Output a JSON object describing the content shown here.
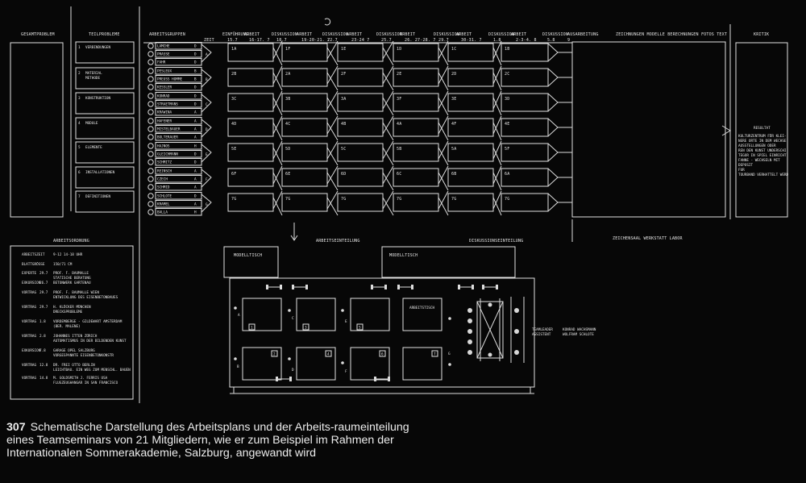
{
  "headers": {
    "gesamtproblem": "GESAMTPROBLEM",
    "teilprobleme": "TEILPROBLEME",
    "arbeitsgruppen": "ARBEITSGRUPPEN",
    "kritik": "KRITIK",
    "zeichnungen": "ZEICHNUNGEN MODELLE BERECHNUNGEN FOTOS TEXT",
    "ausarbeitung": "AUSARBEITUNG",
    "zeit": "ZEIT"
  },
  "phases": [
    {
      "name": "EINFÜHRUNG",
      "date": "15.7"
    },
    {
      "name": "ARBEIT",
      "date": "16-17. 7"
    },
    {
      "name": "DISKUSSION",
      "date": "18.7"
    },
    {
      "name": "ARBEIT",
      "date": "19-20-21. 7"
    },
    {
      "name": "DISKUSSION",
      "date": "22.7"
    },
    {
      "name": "ARBEIT",
      "date": "23-24 7"
    },
    {
      "name": "DISKUSSION",
      "date": "25.7"
    },
    {
      "name": "ARBEIT",
      "date": "26. 27-28. 7"
    },
    {
      "name": "DISKUSSION",
      "date": "29.7"
    },
    {
      "name": "ARBEIT",
      "date": "30-31. 7"
    },
    {
      "name": "DISKUSSION",
      "date": "1.8"
    },
    {
      "name": "ARBEIT",
      "date": "2-3-4. 8"
    },
    {
      "name": "DISKUSSION",
      "date": "5.8"
    }
  ],
  "phase_extra": "9",
  "teilprobleme": [
    {
      "num": "1",
      "label": "VERBINDUNGEN"
    },
    {
      "num": "2",
      "label": "MATERIAL METHODE"
    },
    {
      "num": "3",
      "label": "KONSTRUKTION"
    },
    {
      "num": "4",
      "label": "MODULE"
    },
    {
      "num": "5",
      "label": "ELEMENTE"
    },
    {
      "num": "6",
      "label": "INSTALLATIONEN"
    },
    {
      "num": "7",
      "label": "DEFINITIONEN"
    }
  ],
  "groups": [
    {
      "members": [
        {
          "name": "LAMCHE",
          "letter": "D"
        },
        {
          "name": "PRASSE",
          "letter": "D"
        },
        {
          "name": "FAHR",
          "letter": "D"
        }
      ],
      "tag": "A",
      "codes": [
        "1A",
        "1F",
        "1E",
        "1D",
        "1C",
        "1B"
      ]
    },
    {
      "members": [
        {
          "name": "PESLEUX",
          "letter": "B"
        },
        {
          "name": "PREUSS HOMME",
          "letter": "B"
        },
        {
          "name": "KESSLER",
          "letter": "D"
        }
      ],
      "tag": "B",
      "codes": [
        "2B",
        "2A",
        "2F",
        "2E",
        "2D",
        "2C"
      ]
    },
    {
      "members": [
        {
          "name": "KONRAD",
          "letter": "D"
        },
        {
          "name": "STRAETMANS",
          "letter": "D"
        },
        {
          "name": "KRAWINA",
          "letter": "A"
        }
      ],
      "tag": "C",
      "codes": [
        "3C",
        "3B",
        "3A",
        "3F",
        "3E",
        "3D"
      ]
    },
    {
      "members": [
        {
          "name": "HAFENER",
          "letter": "A"
        },
        {
          "name": "MISTELBAUER",
          "letter": "A"
        },
        {
          "name": "BOLTERAUER",
          "letter": "A"
        }
      ],
      "tag": "D",
      "codes": [
        "4D",
        "4C",
        "4B",
        "4A",
        "4F",
        "4E"
      ]
    },
    {
      "members": [
        {
          "name": "HAJNOS",
          "letter": "H"
        },
        {
          "name": "GLEICHMANN",
          "letter": "D"
        },
        {
          "name": "SCHMITZ",
          "letter": "D"
        }
      ],
      "tag": "E",
      "codes": [
        "5E",
        "5D",
        "5C",
        "5B",
        "5A",
        "5F"
      ]
    },
    {
      "members": [
        {
          "name": "REINSCH",
          "letter": "A"
        },
        {
          "name": "CZECH",
          "letter": "A"
        },
        {
          "name": "SCHMID",
          "letter": "A"
        }
      ],
      "tag": "F",
      "codes": [
        "6F",
        "6E",
        "6D",
        "6C",
        "6B",
        "6A"
      ]
    },
    {
      "members": [
        {
          "name": "SCHLOTE",
          "letter": "D"
        },
        {
          "name": "KRAMEL",
          "letter": "A"
        },
        {
          "name": "BALLA",
          "letter": "H"
        }
      ],
      "tag": "G",
      "codes": [
        "7G",
        "7G",
        "7G",
        "7G",
        "7G",
        "7G"
      ]
    }
  ],
  "resultat": {
    "title": "RESULTAT",
    "lines": [
      "KULTURZENTRUM FÜR KLEI-",
      "NERE ORTE IN DEM WECHSE",
      "AUSSTELLUNGEN ODER",
      "REN DEN KUNST UNDERSCHI",
      "TEGOR IN SPIEL EINRICHT.",
      "FANNE - WECHSELN MIT",
      "DEPOSIT",
      "FUR",
      "TOURBAND VERHATTELT WERD"
    ]
  },
  "arbeitsordnung": {
    "title": "ARBEITSORDNUNG",
    "rows": [
      {
        "label": "ARBEITSZEIT",
        "date": "",
        "text": "9-12   14-18  UHR"
      },
      {
        "label": "BLATTGRÖSSE",
        "date": "",
        "text": "150/71  CM"
      },
      {
        "label": "EXPERTE",
        "date": "29.7",
        "text": "PROF. F. BAUMALLE / STATISCHE BERATUNG"
      },
      {
        "label": "EXKURSION",
        "date": "26.7",
        "text": "BETONWERK   GARTENAU"
      },
      {
        "label": "VORTRAG",
        "date": "29.7",
        "text": "PROF. F. BAUMALLE   WIEN / ENTWICKLUNG DES EISENBETONBAUES"
      },
      {
        "label": "VORTRAG",
        "date": "29.7",
        "text": "H. KLÖCKER   MÜNCHEN / DRECKSPROBLEME"
      },
      {
        "label": "VORTRAG",
        "date": "1.8",
        "text": "VORDEMBERGE - GILDEWART  AMSTERDAM / (BER. MALENE)"
      },
      {
        "label": "VORTRAG",
        "date": "2.8",
        "text": "JOHANNES ITTEN   ZÜRICH / AUTOMATISMUS IN DER BILDENDEN KUNST"
      },
      {
        "label": "EXKURSION",
        "date": "7.8",
        "text": "GARAGE OPEL SALZBURG / VORGESPANNTE EISENBETONKONSTR"
      },
      {
        "label": "VORTRAG",
        "date": "12.8",
        "text": "DR. FREI OTTO   BERLIN / LEICHTBAU. EIN WEG ZUM MENSCHL. BAUEN"
      },
      {
        "label": "VORTRAG",
        "date": "14.8",
        "text": "M. GOLDSMITH   J. FERRIS USA / FLUGZEUGHANGAR IN SAN FRANCISCO"
      }
    ]
  },
  "raum": {
    "arbeitsteilung": "ARBEITSEINTEILUNG",
    "diskussion": "DISKUSSIONSEINTEILUNG",
    "modelltisch": "MODELLTISCH",
    "arbeitstisch": "ARBEITSTISCH",
    "table_nums": [
      "1",
      "2",
      "3",
      "4",
      "5",
      "6",
      "7"
    ],
    "teamleader_label": "TEAMLEADER",
    "assistent_label": "ASSISTENT",
    "teamleader_name": "KONRAD WACHSMANN",
    "assistent_name": "WOLFRAM SCHLOTE",
    "room_letters": [
      "A",
      "B",
      "C",
      "D",
      "E",
      "F",
      "G"
    ],
    "zeichensaal": "ZEICHENSAAL   WERKSTATT   LABOR"
  },
  "caption": {
    "number": "307",
    "text": "Schematische Darstellung des Arbeitsplans und der Arbeits-raumeinteilung eines Teamseminars von 21 Mitgliedern, wie er zum Beispiel im Rahmen der Internationalen Sommerakademie, Salzburg, angewandt wird"
  }
}
